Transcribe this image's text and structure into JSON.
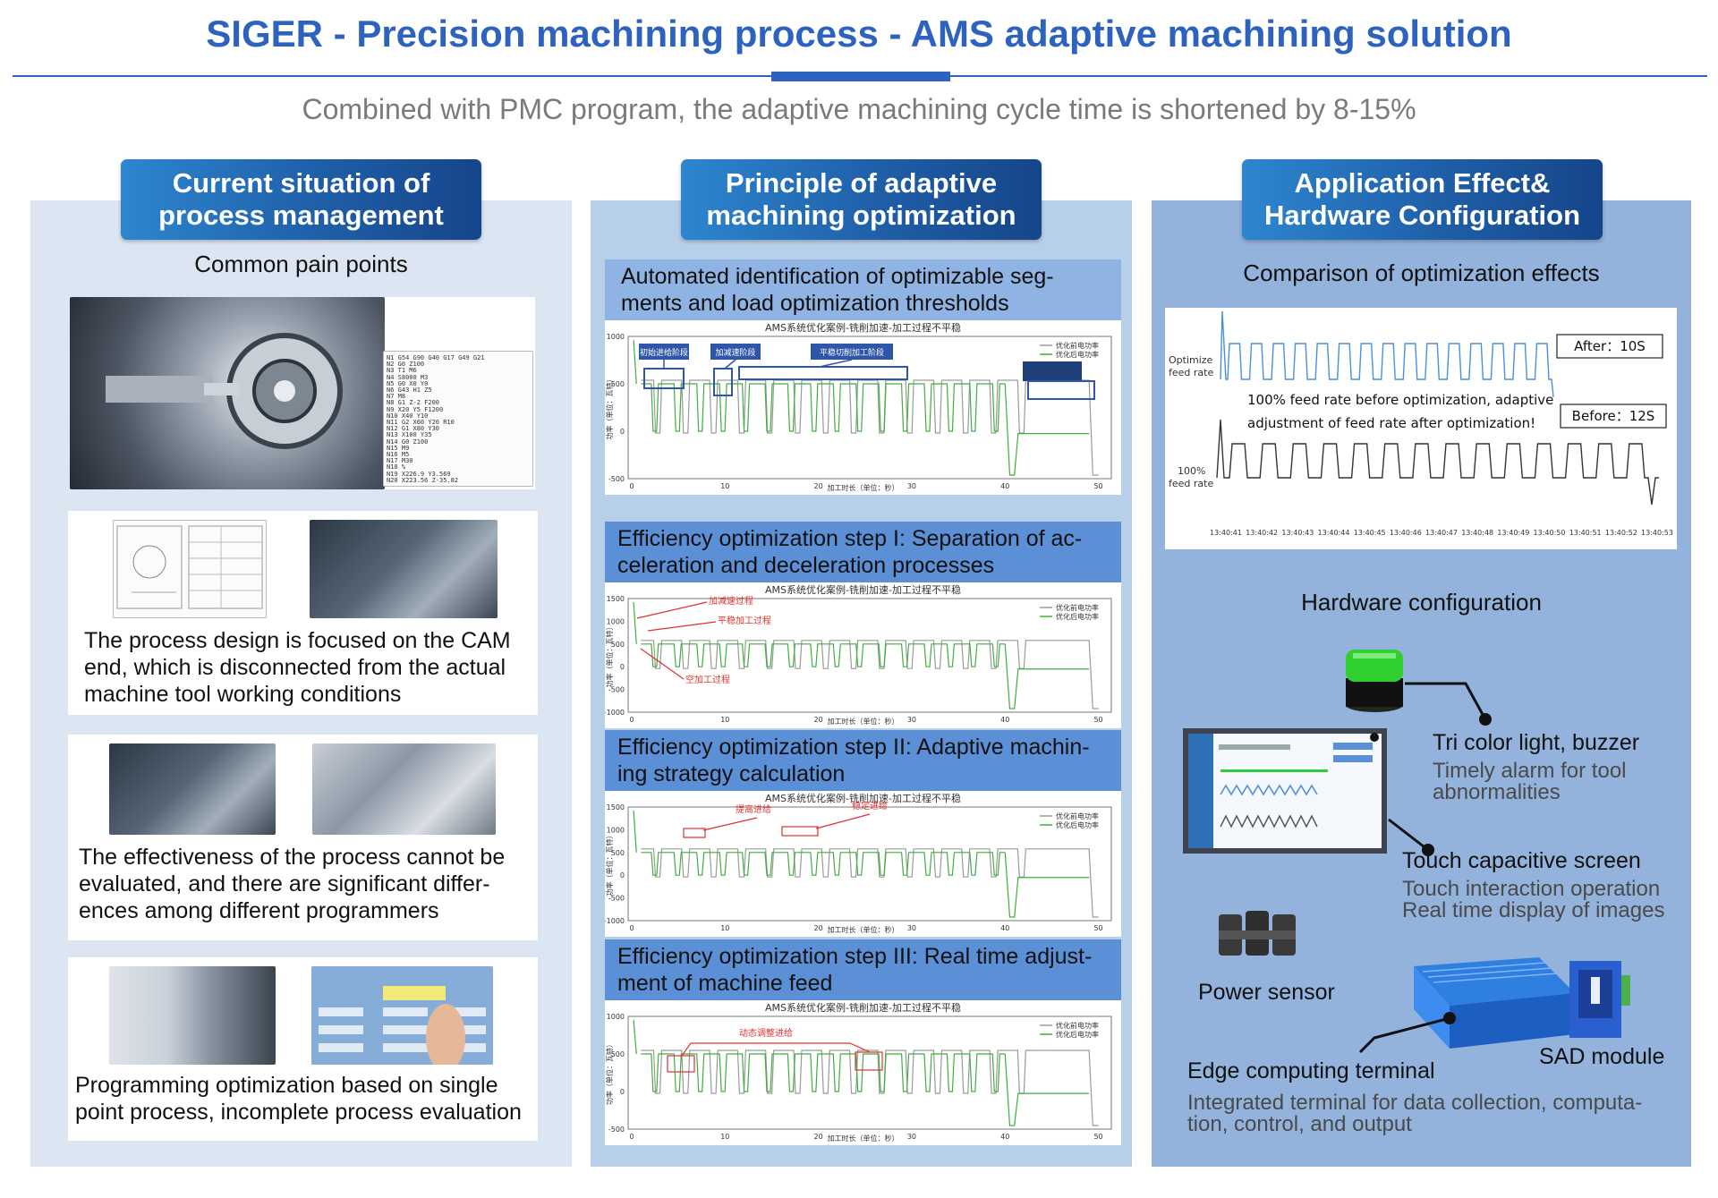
{
  "header": {
    "title": "SIGER - Precision machining process - AMS adaptive machining solution",
    "subtitle": "Combined with PMC program, the adaptive machining cycle time is shortened by 8-15%"
  },
  "columns": {
    "current": {
      "title_line1": "Current situation of",
      "title_line2": "process management",
      "section": "Common pain points",
      "pain_points": [
        {
          "line1": "The process design is focused on the CAM",
          "line2": "end, which is disconnected from the actual",
          "line3": "machine tool working conditions"
        },
        {
          "line1": "The effectiveness of the process cannot be",
          "line2": "evaluated, and there are significant differ-",
          "line3": "ences among different programmers"
        },
        {
          "line1": "Programming optimization based on single",
          "line2": "point process, incomplete process evaluation"
        }
      ],
      "code_lines": [
        "N1 G54 G90 G40 G17 G49 G21",
        "N2 G0 Z100",
        "N3 T1 M6",
        "N4 S8000 M3",
        "N5 G0 X0 Y0",
        "N6 G43 H1 Z5",
        "N7 M8",
        "N8 G1 Z-2 F200",
        "N9 X20 Y5 F1200",
        "N10 X40 Y10",
        "N11 G2 X60 Y20 R10",
        "N12 G1 X80 Y30",
        "N13 X100 Y35",
        "N14 G0 Z100",
        "N15 M9",
        "N16 M5",
        "N17 M30",
        "N18 %",
        "N19 X226.9 Y3.569",
        "N20 X223.56 Z-35.82"
      ]
    },
    "principle": {
      "title_line1": "Principle of adaptive",
      "title_line2": "machining optimization",
      "sections": [
        {
          "line1": "Automated identification of optimizable seg-",
          "line2": "ments and load optimization thresholds"
        },
        {
          "line1": "Efficiency optimization step I: Separation of ac-",
          "line2": "celeration and deceleration processes"
        },
        {
          "line1": "Efficiency optimization step II: Adaptive machin-",
          "line2": "ing strategy calculation"
        },
        {
          "line1": "Efficiency optimization step III: Real time adjust-",
          "line2": "ment of machine feed"
        }
      ],
      "chart_title": "AMS系统优化案例-铣削加速-加工过程不平稳",
      "xlabel": "加工时长（单位：秒）",
      "ylabel": "功率（单位：瓦特）",
      "legend_before": "优化前电功率",
      "legend_after": "优化后电功率",
      "chart1_annotations": [
        "初始进给阶段",
        "加减速阶段",
        "平稳切削加工阶段"
      ],
      "chart2_annotations": [
        "加减速过程",
        "平稳加工过程",
        "空加工过程"
      ],
      "chart3_annotations": [
        "提高进给",
        "稳定进给"
      ],
      "chart4_annotations": [
        "动态调整进给"
      ],
      "colors": {
        "before": "#9a9a9a",
        "after": "#3fae3f",
        "annot_blue": "#2f56a8",
        "annot_red": "#e03131"
      }
    },
    "effect": {
      "title_line1": "Application Effect&",
      "title_line2": "Hardware Configuration",
      "section": "Comparison of optimization effects",
      "optimize_label_line1": "Optimize",
      "optimize_label_line2": "feed rate",
      "base_label_line1": "100%",
      "base_label_line2": "feed rate",
      "after_label": "After：10S",
      "before_label": "Before：12S",
      "note_line1": "100% feed rate before optimization, adaptive",
      "note_line2": "adjustment of feed rate after optimization!",
      "times": [
        "13:40:41",
        "13:40:42",
        "13:40:43",
        "13:40:44",
        "13:40:45",
        "13:40:46",
        "13:40:47",
        "13:40:48",
        "13:40:49",
        "13:40:50",
        "13:40:51",
        "13:40:52",
        "13:40:53"
      ],
      "hardware_section": "Hardware configuration",
      "hardware": {
        "light_title": "Tri color light, buzzer",
        "light_sub1": "Timely alarm for tool",
        "light_sub2": "abnormalities",
        "screen_title": "Touch capacitive screen",
        "screen_sub1": "Touch interaction operation",
        "screen_sub2": "Real time display of images",
        "power_sensor": "Power sensor",
        "sad_module": "SAD module",
        "edge_title": "Edge computing terminal",
        "edge_sub1": "Integrated terminal for data collection, computa-",
        "edge_sub2": "tion, control, and output"
      },
      "colors": {
        "optimized": "#4a90d9",
        "baseline": "#333333"
      }
    }
  }
}
